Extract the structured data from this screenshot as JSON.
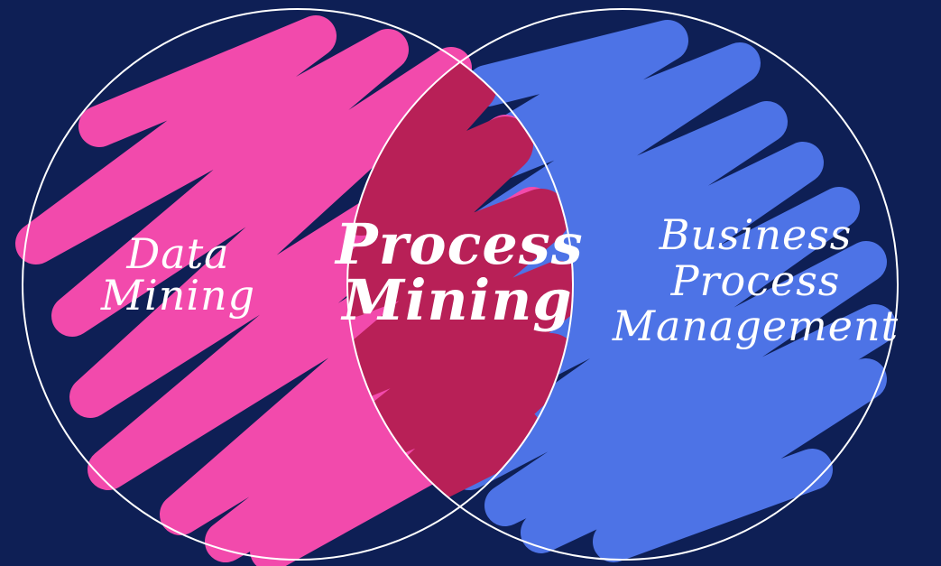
{
  "diagram": {
    "colors": {
      "background": "#0e1f55",
      "left_scribble": "#f24aac",
      "right_scribble": "#4d73e6",
      "overlap_scribble": "#b82057",
      "circle_outline": "#ffffff",
      "text": "#ffffff"
    },
    "left_set": {
      "line1": "Data",
      "line2": "Mining"
    },
    "intersection": {
      "line1": "Process",
      "line2": "Mining"
    },
    "right_set": {
      "line1": "Business",
      "line2": "Process",
      "line3": "Management"
    }
  }
}
